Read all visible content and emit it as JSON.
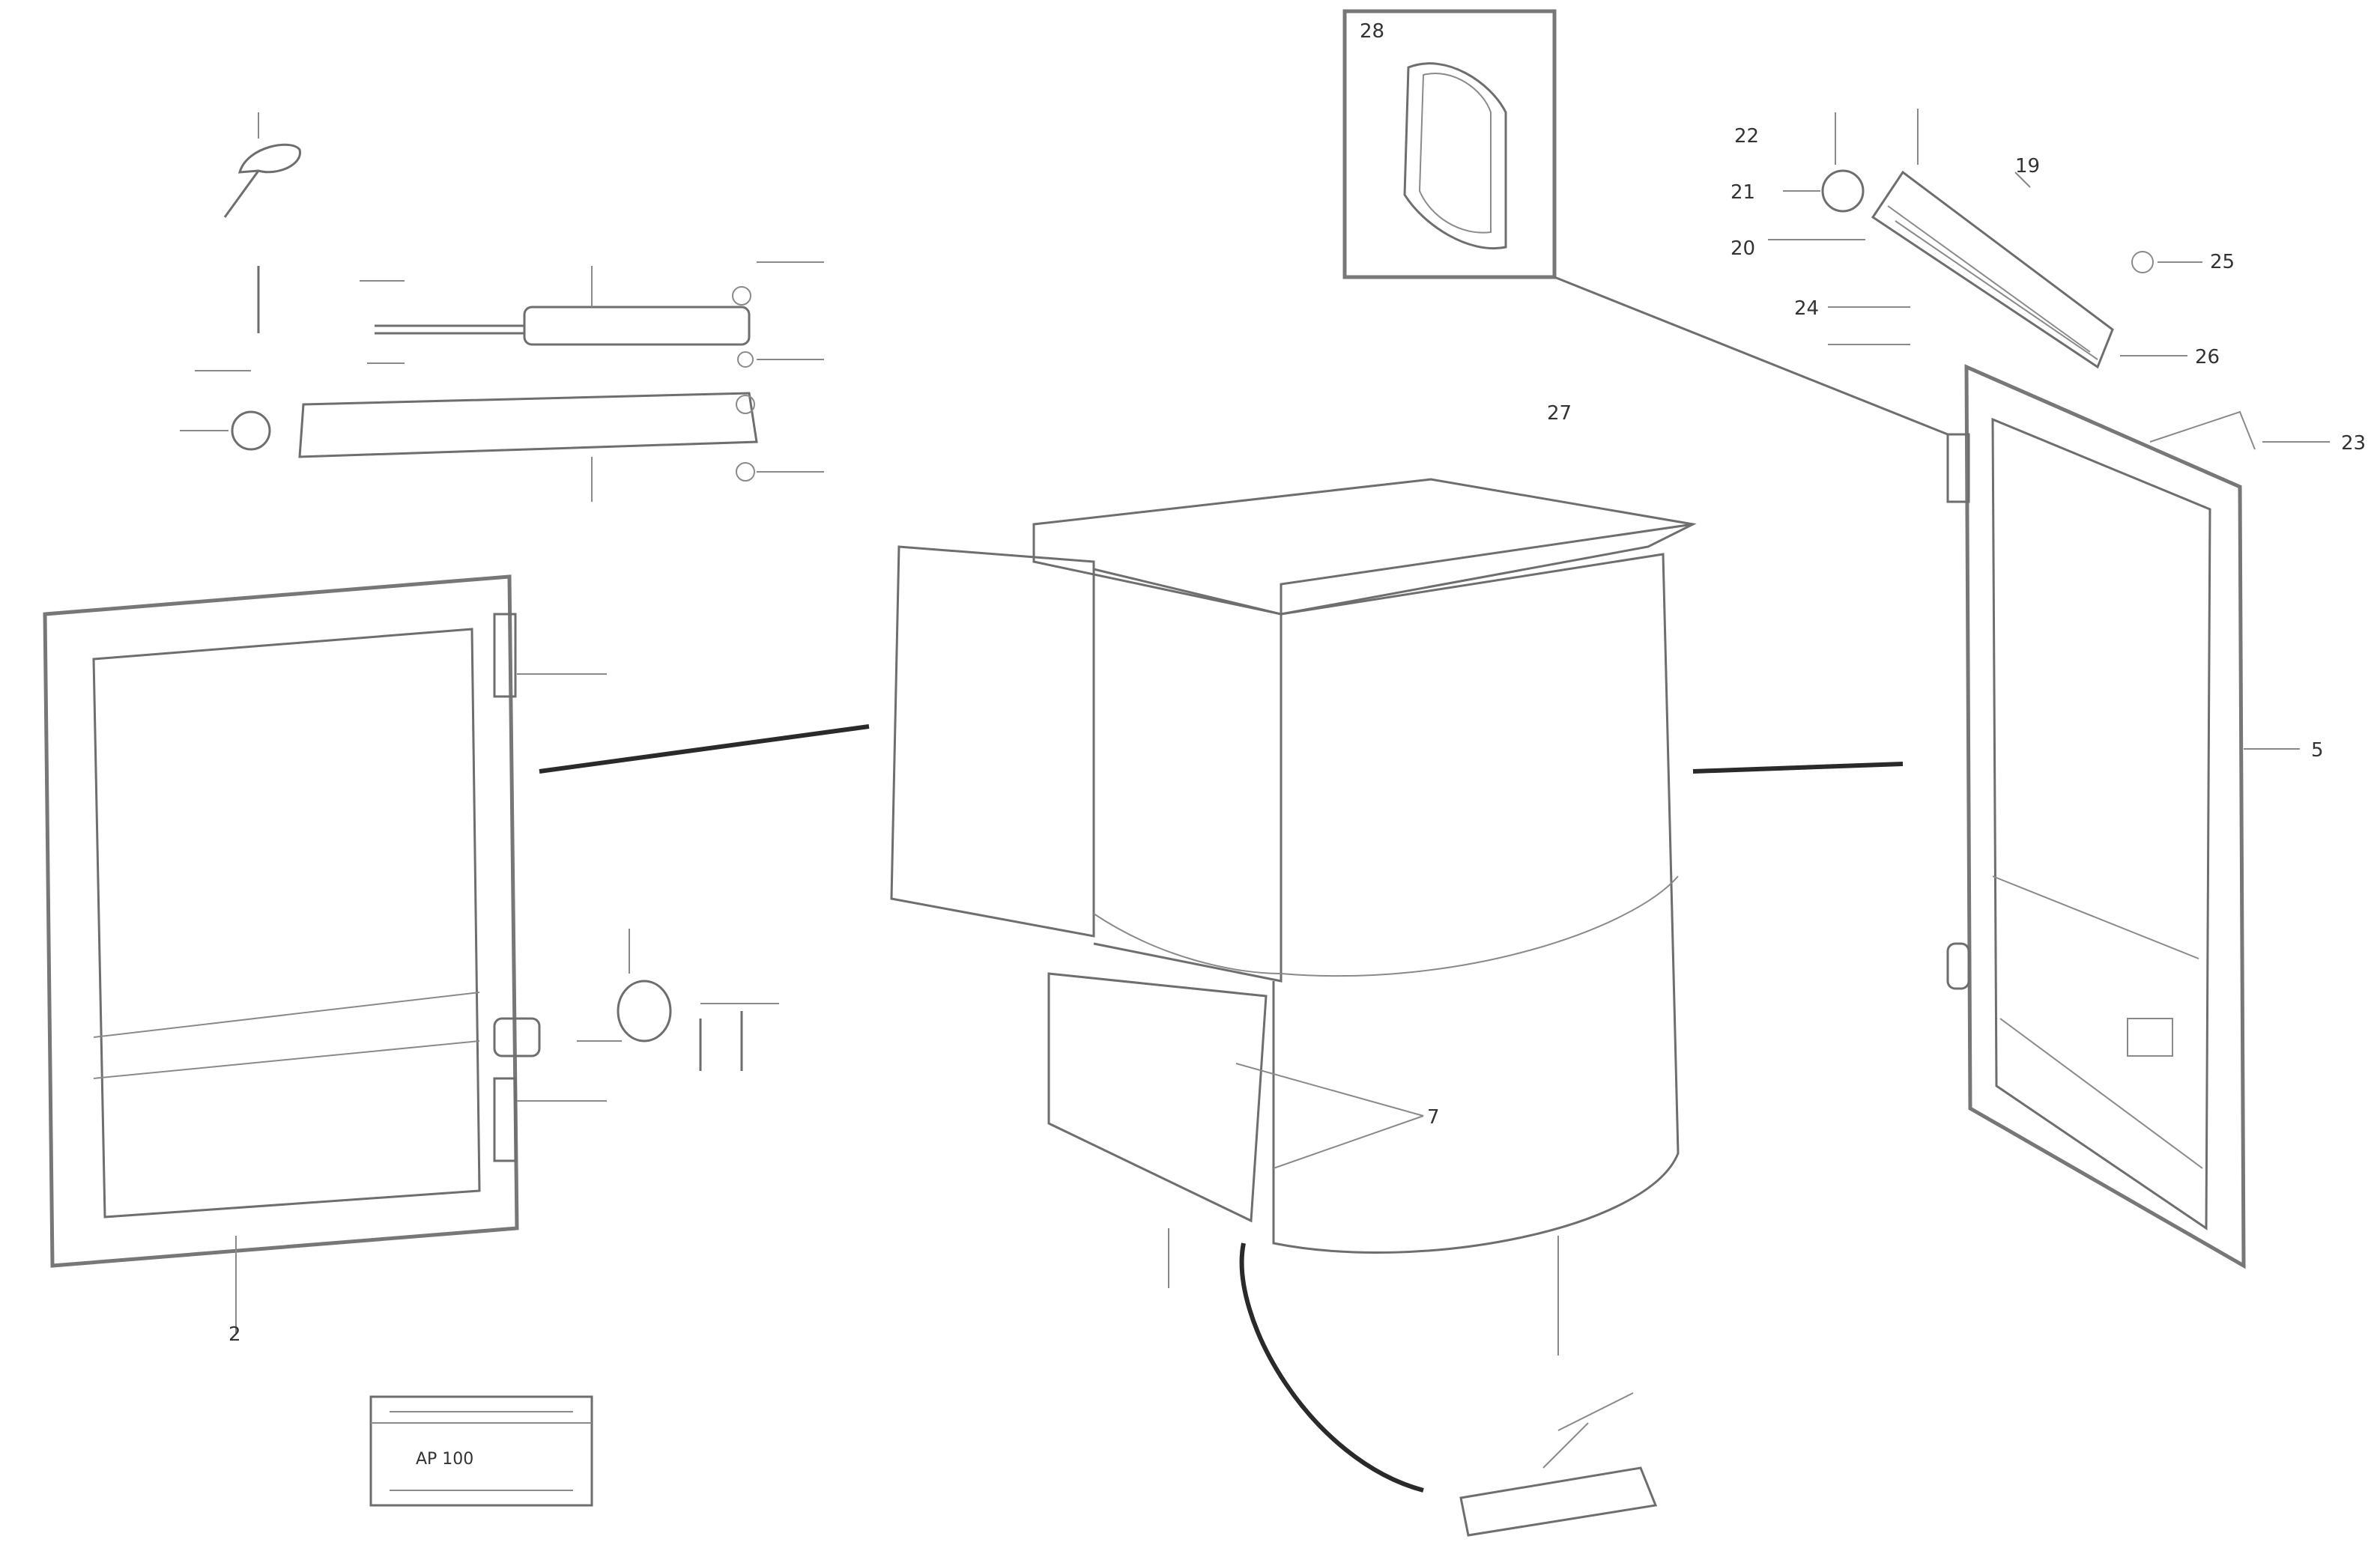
{
  "callouts": {
    "c2": "2",
    "c28": "28",
    "c21": "21",
    "c22": "22",
    "c25": "25",
    "c26": "26",
    "c24": "24",
    "c23": "23",
    "c19": "19",
    "c20": "20",
    "c27": "27",
    "c5": "5",
    "c7": "7"
  },
  "stamp": {
    "code": "AP 100"
  },
  "colors": {
    "line": "#6e6e6e",
    "dark_line": "#2a2a2a",
    "background": "#ffffff"
  }
}
